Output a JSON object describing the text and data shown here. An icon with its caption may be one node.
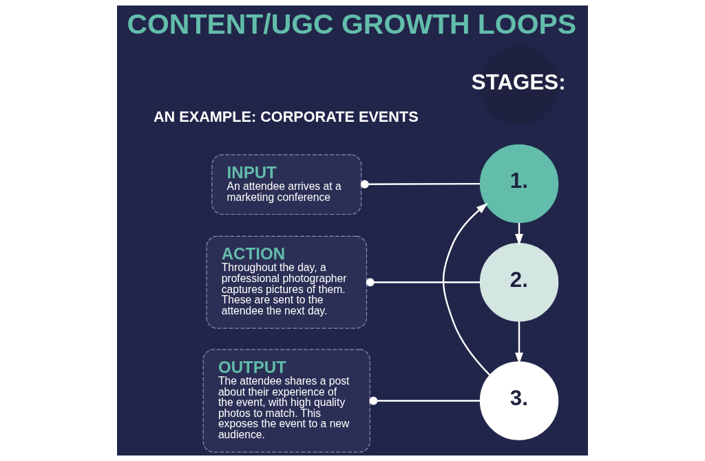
{
  "diagram": {
    "title": "CONTENT/UGC GROWTH LOOPS",
    "nodes": [
      {
        "text": [
          "INPUT",
          "An attendee arrives at a marketing conference"
        ]
      },
      {
        "text": [
          "1."
        ]
      },
      {
        "text": [
          "ACTION",
          "Throughout the day, a professional photographer captures pictures of them. These are sent to the attendee the next day."
        ]
      },
      {
        "text": [
          "2."
        ]
      },
      {
        "text": [
          "OUTPUT",
          "The attendee shares a post about their experience of the event, with high quality photos to match. This exposes the event to a new audience."
        ]
      },
      {
        "text": [
          "3."
        ]
      },
      {
        "text": [
          "STAGES:"
        ]
      }
    ],
    "edges": [
      {
        "from": 0,
        "to": 1,
        "arrow": "other"
      },
      {
        "from": 2,
        "to": 3,
        "arrow": "other"
      },
      {
        "from": 4,
        "to": 5,
        "arrow": "other"
      },
      {
        "from": 1,
        "to": 3,
        "arrow": "to"
      },
      {
        "from": 3,
        "to": 5,
        "arrow": "to"
      },
      {
        "from": 5,
        "to": 1,
        "arrow": "to"
      }
    ],
    "labels": [
      "AN EXAMPLE: CORPORATE EVENTS"
    ]
  }
}
